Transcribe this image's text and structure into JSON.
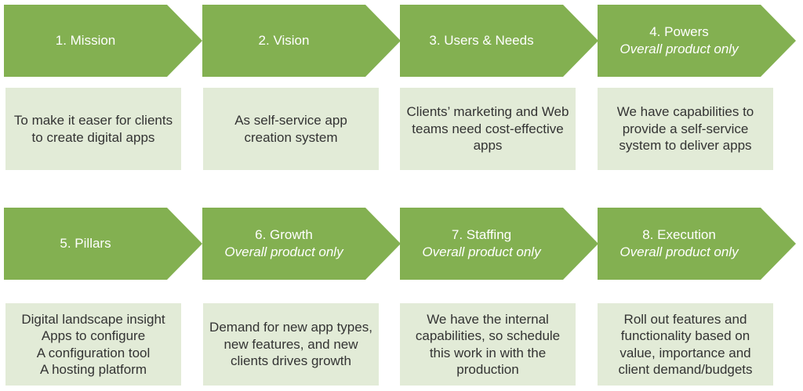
{
  "colors": {
    "arrow": "#83b051",
    "box": "#e2ebd7"
  },
  "steps": [
    {
      "title": "1. Mission",
      "subtitle": "",
      "text": "To make it easer for clients to create digital apps"
    },
    {
      "title": "2. Vision",
      "subtitle": "",
      "text": "As self-service app creation system"
    },
    {
      "title": "3. Users & Needs",
      "subtitle": "",
      "text": "Clients’ marketing and Web teams need cost-effective apps"
    },
    {
      "title": "4. Powers",
      "subtitle": "Overall product only",
      "text": "We have capabilities to provide a self-service system to deliver apps"
    },
    {
      "title": "5. Pillars",
      "subtitle": "",
      "lines": [
        "Digital landscape insight",
        "Apps to configure",
        "A configuration tool",
        "A hosting platform"
      ]
    },
    {
      "title": "6. Growth",
      "subtitle": "Overall product only",
      "text": "Demand for new app types, new features, and new clients drives growth"
    },
    {
      "title": "7. Staffing",
      "subtitle": "Overall product only",
      "text": "We have the internal capabilities, so schedule this work in with the production"
    },
    {
      "title": "8. Execution",
      "subtitle": "Overall product only",
      "text": "Roll out features and functionality based on value, importance and client demand/budgets"
    }
  ]
}
